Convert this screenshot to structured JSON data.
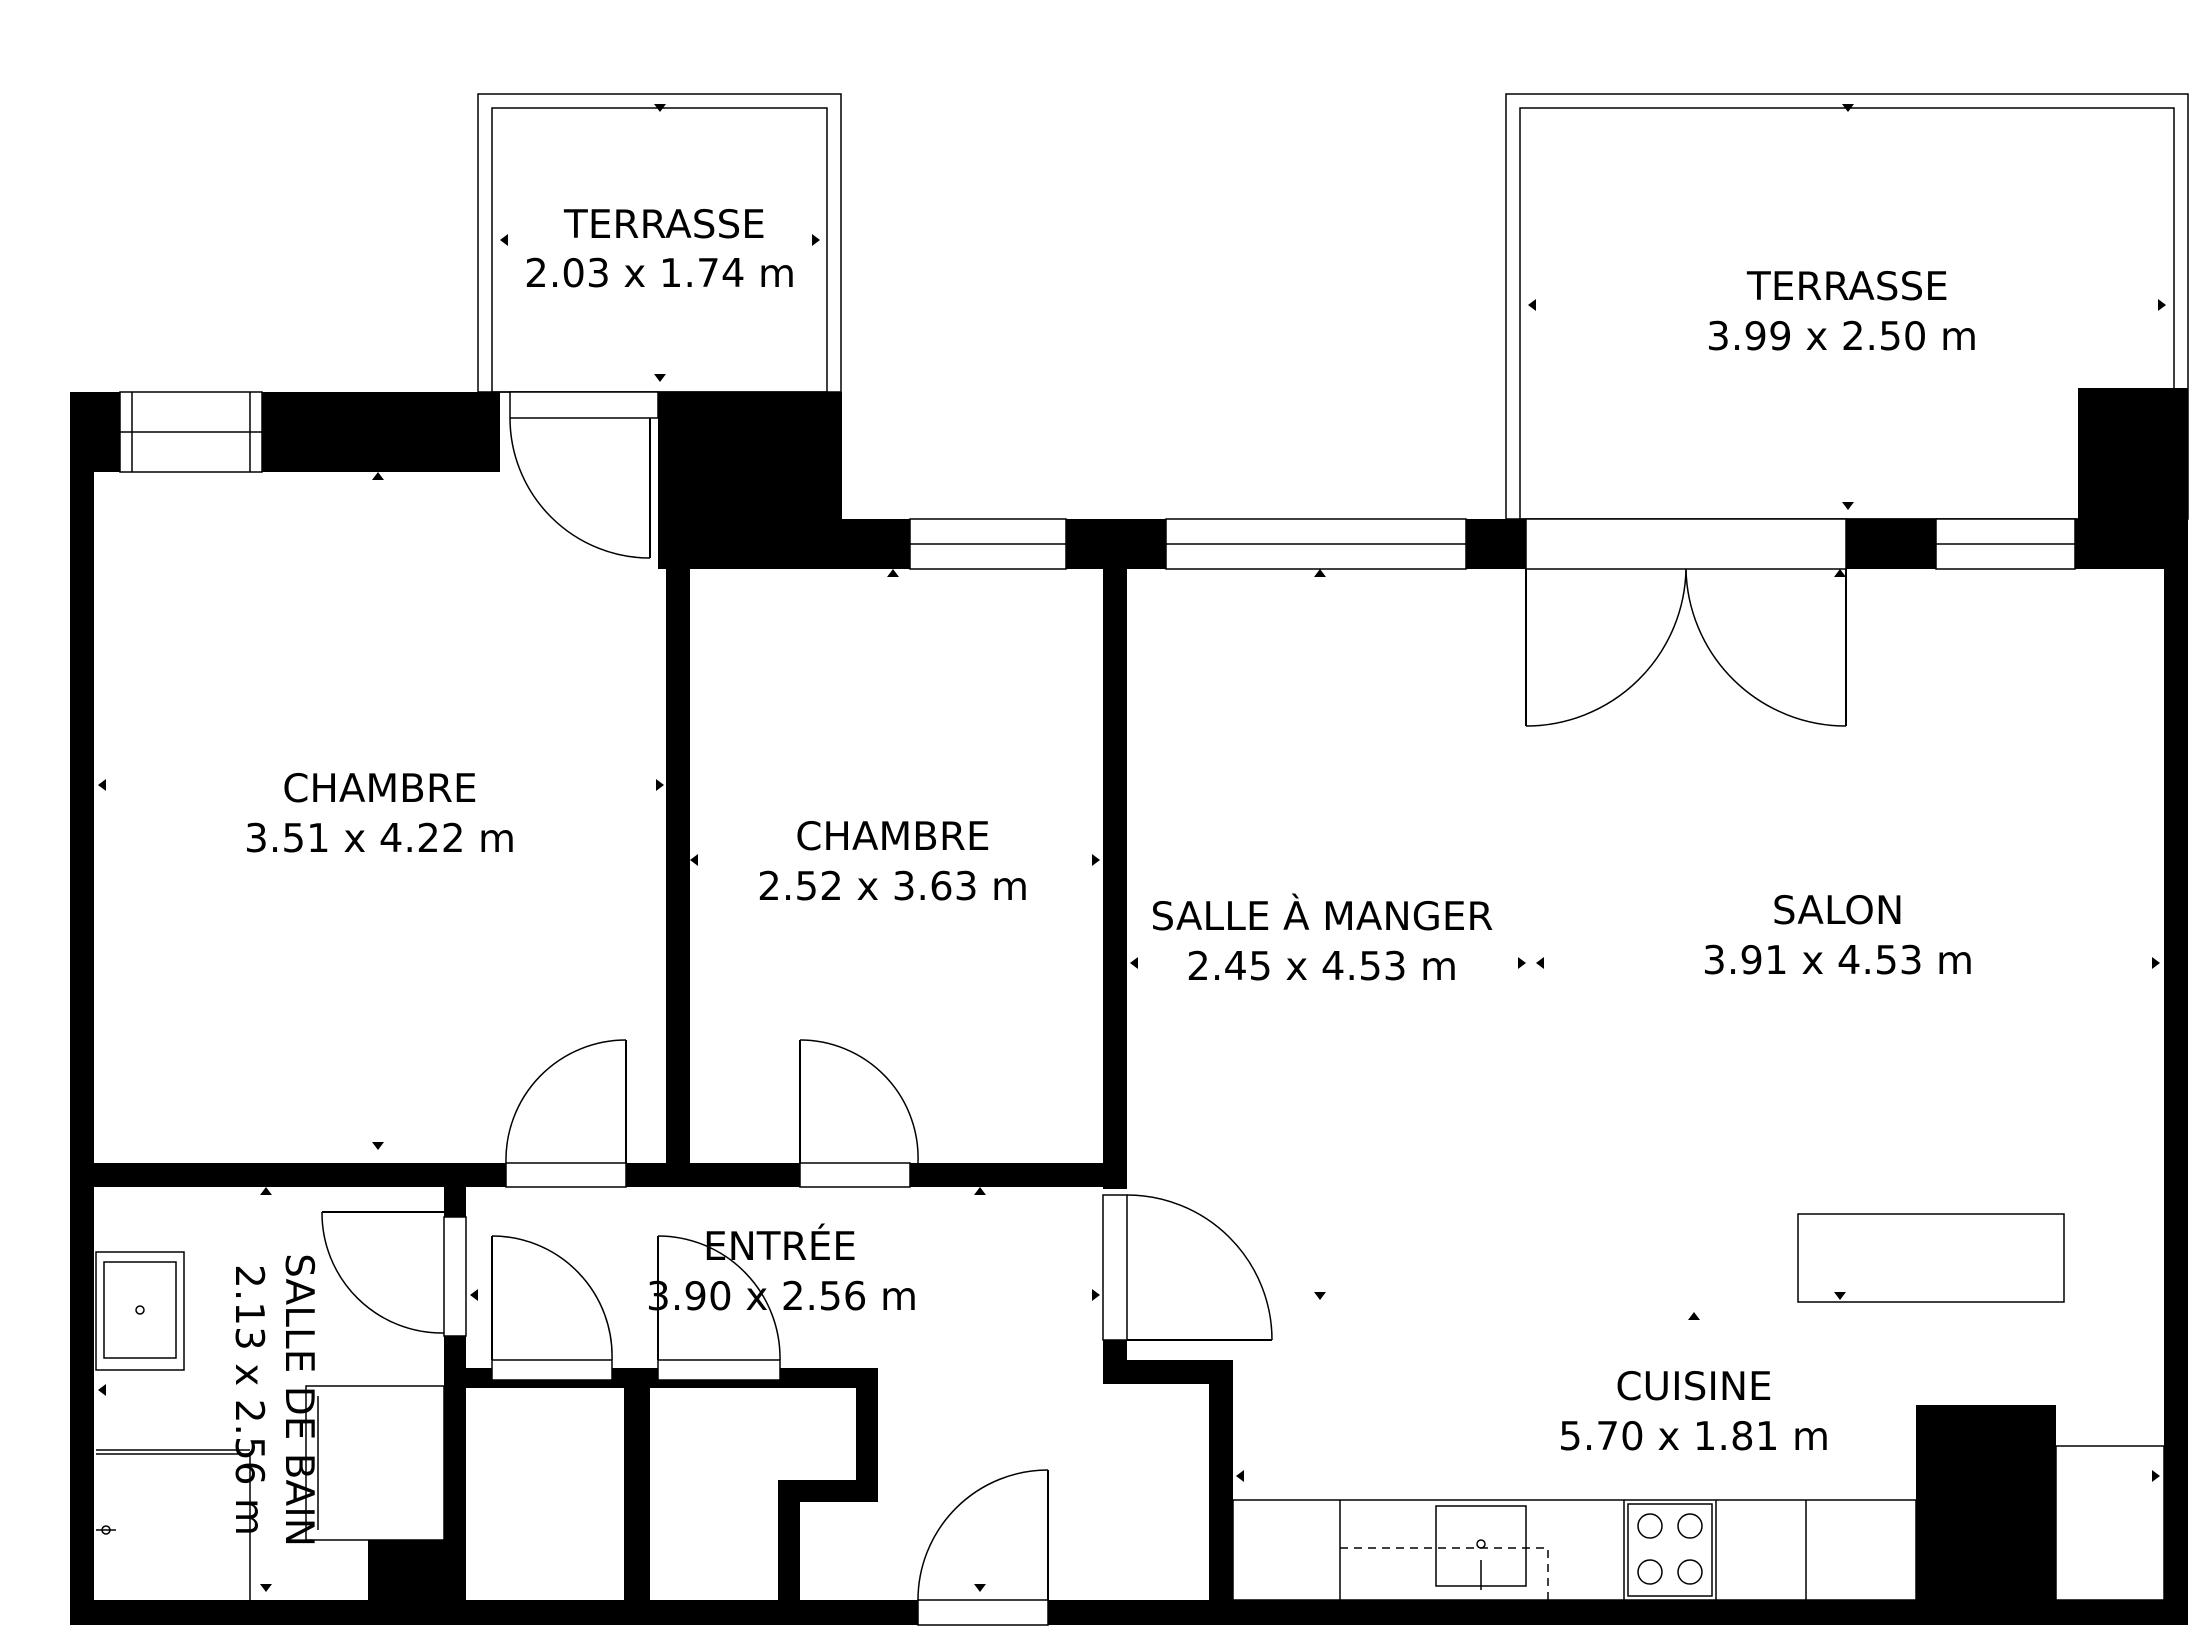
{
  "rooms": {
    "terrasse_small": {
      "name": "TERRASSE",
      "dims": "2.03 x 1.74 m"
    },
    "terrasse_large": {
      "name": "TERRASSE",
      "dims": "3.99 x 2.50 m"
    },
    "chambre_1": {
      "name": "CHAMBRE",
      "dims": "3.51 x 4.22 m"
    },
    "chambre_2": {
      "name": "CHAMBRE",
      "dims": "2.52 x 3.63 m"
    },
    "salle_a_manger": {
      "name": "SALLE À MANGER",
      "dims": "2.45 x 4.53 m"
    },
    "salon": {
      "name": "SALON",
      "dims": "3.91 x 4.53 m"
    },
    "entree": {
      "name": "ENTRÉE",
      "dims": "3.90 x 2.56 m"
    },
    "salle_de_bain": {
      "name": "SALLE DE BAIN",
      "dims": "2.13 x 2.56 m"
    },
    "cuisine": {
      "name": "CUISINE",
      "dims": "5.70 x 1.81 m"
    }
  }
}
